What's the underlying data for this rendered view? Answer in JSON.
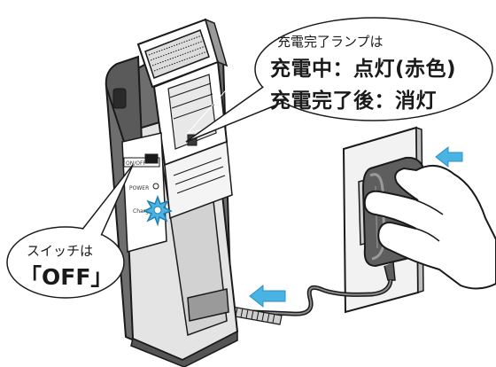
{
  "lamp_callout": {
    "heading": "充電完了ランプは",
    "line1": "充電中：点灯(赤色)",
    "line2": "充電完了後：消灯"
  },
  "switch_callout": {
    "heading": "スイッチは",
    "value": "「OFF」"
  },
  "device_labels": {
    "onoff": "ON/OFF",
    "power": "POWER",
    "charge": "Charge"
  },
  "colors": {
    "lamp_glow": "#49b3e3",
    "arrow": "#49b3e3",
    "outline": "#1a1a1a",
    "body_gray": "#d9d9d9",
    "dark_gray": "#6e6e6e"
  }
}
